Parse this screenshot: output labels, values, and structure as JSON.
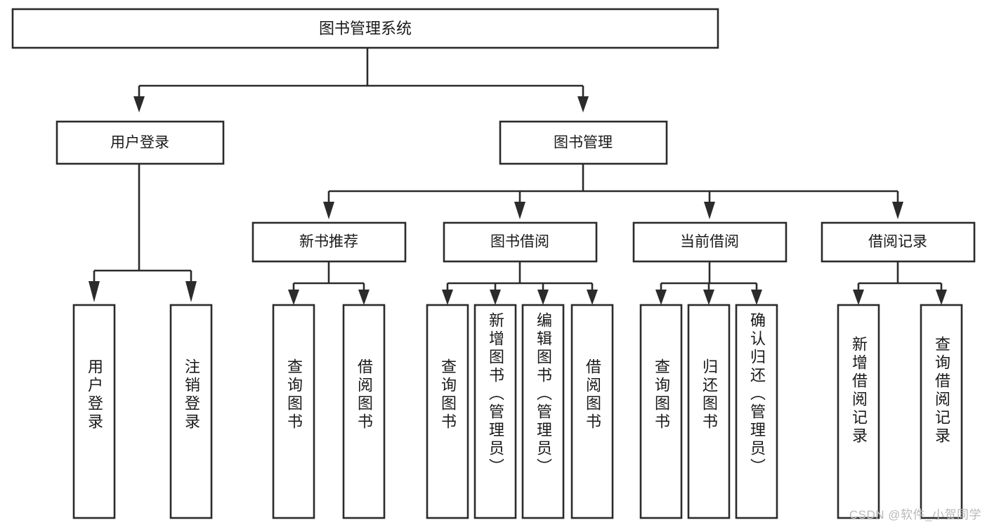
{
  "diagram": {
    "type": "tree-hierarchy",
    "title": "图书管理系统",
    "watermark": "CSDN @软件_小贺同学",
    "colors": {
      "box_stroke": "#2b2b2b",
      "box_fill": "#ffffff",
      "text": "#1a1a1a",
      "background": "#ffffff",
      "watermark": "#b9b9b9"
    },
    "levels": {
      "root": {
        "label": "图书管理系统"
      },
      "level2": [
        {
          "label": "用户登录"
        },
        {
          "label": "图书管理"
        }
      ],
      "level3": [
        {
          "label": "新书推荐"
        },
        {
          "label": "图书借阅"
        },
        {
          "label": "当前借阅"
        },
        {
          "label": "借阅记录"
        }
      ],
      "leaves": [
        {
          "label": "用户登录",
          "parent": "用户登录"
        },
        {
          "label": "注销登录",
          "parent": "用户登录"
        },
        {
          "label": "查询图书",
          "parent": "新书推荐"
        },
        {
          "label": "借阅图书",
          "parent": "新书推荐"
        },
        {
          "label": "查询图书",
          "parent": "图书借阅"
        },
        {
          "label": "新增图书（管理员）",
          "parent": "图书借阅"
        },
        {
          "label": "编辑图书（管理员）",
          "parent": "图书借阅"
        },
        {
          "label": "借阅图书",
          "parent": "图书借阅"
        },
        {
          "label": "查询图书",
          "parent": "当前借阅"
        },
        {
          "label": "归还图书",
          "parent": "当前借阅"
        },
        {
          "label": "确认归还（管理员）",
          "parent": "当前借阅"
        },
        {
          "label": "新增借阅记录",
          "parent": "借阅记录"
        },
        {
          "label": "查询借阅记录",
          "parent": "借阅记录"
        }
      ]
    }
  }
}
